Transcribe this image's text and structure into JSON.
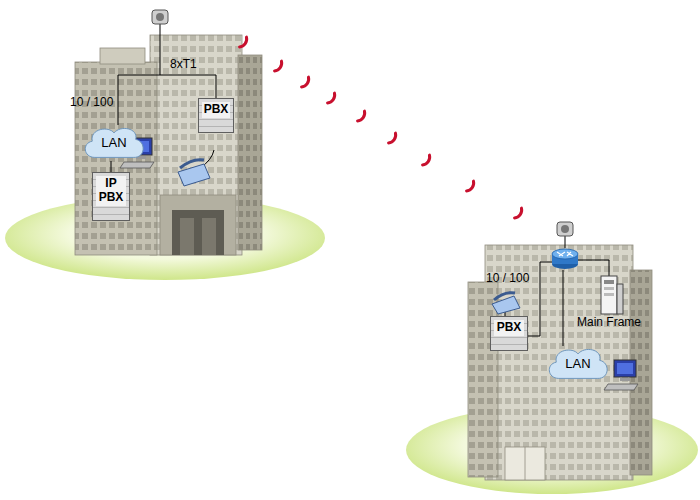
{
  "diagram": {
    "nodes": [
      {
        "text": [
          "LAN"
        ]
      },
      {
        "text": [
          "IP PBX"
        ]
      },
      {
        "text": [
          "PBX"
        ]
      },
      {
        "text": [
          "PBX"
        ]
      },
      {
        "text": [
          "Main Frame"
        ]
      },
      {
        "text": [
          "LAN"
        ]
      }
    ],
    "edges": [
      {
        "from": 0,
        "to": 1,
        "arrow": "none"
      }
    ],
    "labels": [
      "10 / 100",
      "8xT1",
      "10 / 100"
    ]
  }
}
